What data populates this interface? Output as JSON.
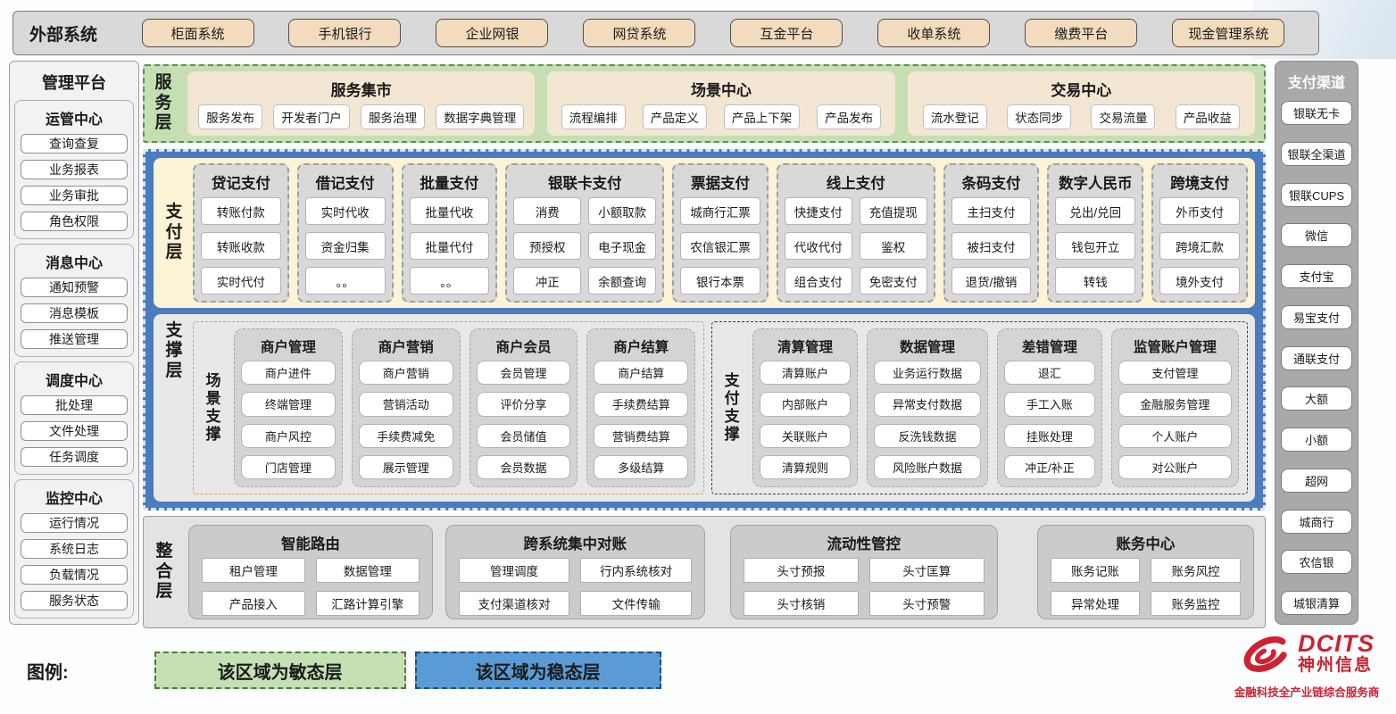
{
  "external_systems": {
    "label": "外部系统",
    "items": [
      "柜面系统",
      "手机银行",
      "企业网银",
      "网贷系统",
      "互金平台",
      "收单系统",
      "缴费平台",
      "现金管理系统"
    ]
  },
  "management_platform": {
    "title": "管理平台",
    "groups": [
      {
        "title": "运管中心",
        "items": [
          "查询查复",
          "业务报表",
          "业务审批",
          "角色权限"
        ]
      },
      {
        "title": "消息中心",
        "items": [
          "通知预警",
          "消息模板",
          "推送管理"
        ]
      },
      {
        "title": "调度中心",
        "items": [
          "批处理",
          "文件处理",
          "任务调度"
        ]
      },
      {
        "title": "监控中心",
        "items": [
          "运行情况",
          "系统日志",
          "负载情况",
          "服务状态"
        ]
      }
    ]
  },
  "service_layer": {
    "label": "服务层",
    "panels": [
      {
        "title": "服务集市",
        "items": [
          "服务发布",
          "开发者门户",
          "服务治理",
          "数据字典管理"
        ]
      },
      {
        "title": "场景中心",
        "items": [
          "流程编排",
          "产品定义",
          "产品上下架",
          "产品发布"
        ]
      },
      {
        "title": "交易中心",
        "items": [
          "流水登记",
          "状态同步",
          "交易流量",
          "产品收益"
        ]
      }
    ]
  },
  "payment_layer": {
    "label": "支付层",
    "columns": [
      {
        "title": "贷记支付",
        "items": [
          "转账付款",
          "转账收款",
          "实时代付"
        ]
      },
      {
        "title": "借记支付",
        "items": [
          "实时代收",
          "资金归集",
          "。。"
        ]
      },
      {
        "title": "批量支付",
        "items": [
          "批量代收",
          "批量代付",
          "。。"
        ]
      },
      {
        "title": "银联卡支付",
        "items": [
          "消费",
          "小额取款",
          "预授权",
          "电子现金",
          "冲正",
          "余额查询"
        ]
      },
      {
        "title": "票据支付",
        "items": [
          "城商行汇票",
          "农信银汇票",
          "银行本票"
        ]
      },
      {
        "title": "线上支付",
        "items": [
          "快捷支付",
          "充值提现",
          "代收代付",
          "鉴权",
          "组合支付",
          "免密支付"
        ]
      },
      {
        "title": "条码支付",
        "items": [
          "主扫支付",
          "被扫支付",
          "退货/撤销"
        ]
      },
      {
        "title": "数字人民币",
        "items": [
          "兑出/兑回",
          "钱包开立",
          "转钱"
        ]
      },
      {
        "title": "跨境支付",
        "items": [
          "外币支付",
          "跨境汇款",
          "境外支付"
        ]
      }
    ]
  },
  "support_layer": {
    "label": "支撑层",
    "regions": [
      {
        "label": "场景支撑",
        "columns": [
          {
            "title": "商户管理",
            "items": [
              "商户进件",
              "终端管理",
              "商户风控",
              "门店管理"
            ]
          },
          {
            "title": "商户营销",
            "items": [
              "商户营销",
              "营销活动",
              "手续费减免",
              "展示管理"
            ]
          },
          {
            "title": "商户会员",
            "items": [
              "会员管理",
              "评价分享",
              "会员储值",
              "会员数据"
            ]
          },
          {
            "title": "商户结算",
            "items": [
              "商户结算",
              "手续费结算",
              "营销费结算",
              "多级结算"
            ]
          }
        ]
      },
      {
        "label": "支付支撑",
        "columns": [
          {
            "title": "清算管理",
            "items": [
              "清算账户",
              "内部账户",
              "关联账户",
              "清算规则"
            ]
          },
          {
            "title": "数据管理",
            "items": [
              "业务运行数据",
              "异常支付数据",
              "反洗钱数据",
              "风险账户数据"
            ]
          },
          {
            "title": "差错管理",
            "items": [
              "退汇",
              "手工入账",
              "挂账处理",
              "冲正/补正"
            ]
          },
          {
            "title": "监管账户管理",
            "items": [
              "支付管理",
              "金融服务管理",
              "个人账户",
              "对公账户"
            ]
          }
        ]
      }
    ]
  },
  "integration_layer": {
    "label": "整合层",
    "panels": [
      {
        "title": "智能路由",
        "items": [
          "租户管理",
          "数据管理",
          "产品接入",
          "汇路计算引擎"
        ]
      },
      {
        "title": "跨系统集中对账",
        "items": [
          "管理调度",
          "行内系统核对",
          "支付渠道核对",
          "文件传输"
        ]
      },
      {
        "title": "流动性管控",
        "items": [
          "头寸预报",
          "头寸匡算",
          "头寸核销",
          "头寸预警"
        ]
      },
      {
        "title": "账务中心",
        "items": [
          "账务记账",
          "账务风控",
          "异常处理",
          "账务监控"
        ]
      }
    ]
  },
  "payment_channels": {
    "title": "支付渠道",
    "items": [
      "银联无卡",
      "银联全渠道",
      "银联CUPS",
      "微信",
      "支付宝",
      "易宝支付",
      "通联支付",
      "大额",
      "小额",
      "超网",
      "城商行",
      "农信银",
      "城银清算"
    ]
  },
  "legend": {
    "label": "图例:",
    "agile": "该区域为敏态层",
    "stable": "该区域为稳态层"
  },
  "logo": {
    "brand": "DCITS",
    "company": "神州信息",
    "tagline": "金融科技全产业链综合服务商"
  },
  "colors": {
    "stable_blue": "#4a7cbe",
    "agile_green": "#c5dfb3",
    "payment_cream": "#fdf3d6",
    "external_tan": "#f2dcbd",
    "brand_red": "#cf2231"
  }
}
